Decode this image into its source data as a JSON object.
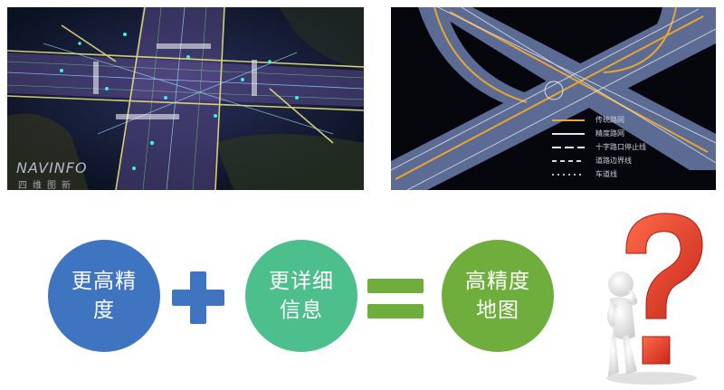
{
  "pc_panel": {
    "watermark": "NAVINFO",
    "watermark_sub": "四维图新"
  },
  "hd_panel": {
    "legend": [
      {
        "label": "传统路网",
        "color": "#e8a531",
        "style": "solid"
      },
      {
        "label": "精度路网",
        "color": "#e8e8ee",
        "style": "solid"
      },
      {
        "label": "十字路口停止线",
        "color": "#f4f4f4",
        "style": "dashed-solid"
      },
      {
        "label": "道路边界线",
        "color": "#d9d9d9",
        "style": "dashed"
      },
      {
        "label": "车道线",
        "color": "#bfbfbf",
        "style": "dotted"
      }
    ]
  },
  "equation": {
    "term1": {
      "text": "更高精\n度",
      "color": "#3e74c0"
    },
    "plus_color": "#3e74c0",
    "term2": {
      "text": "更详细\n信息",
      "color": "#4dbf8c"
    },
    "equals_color": "#6fae3d",
    "result": {
      "text": "高精度\n地图",
      "color": "#6fae3d"
    }
  },
  "colors": {
    "question_mark": "#e8402a",
    "figure": "#f2f2f2"
  }
}
